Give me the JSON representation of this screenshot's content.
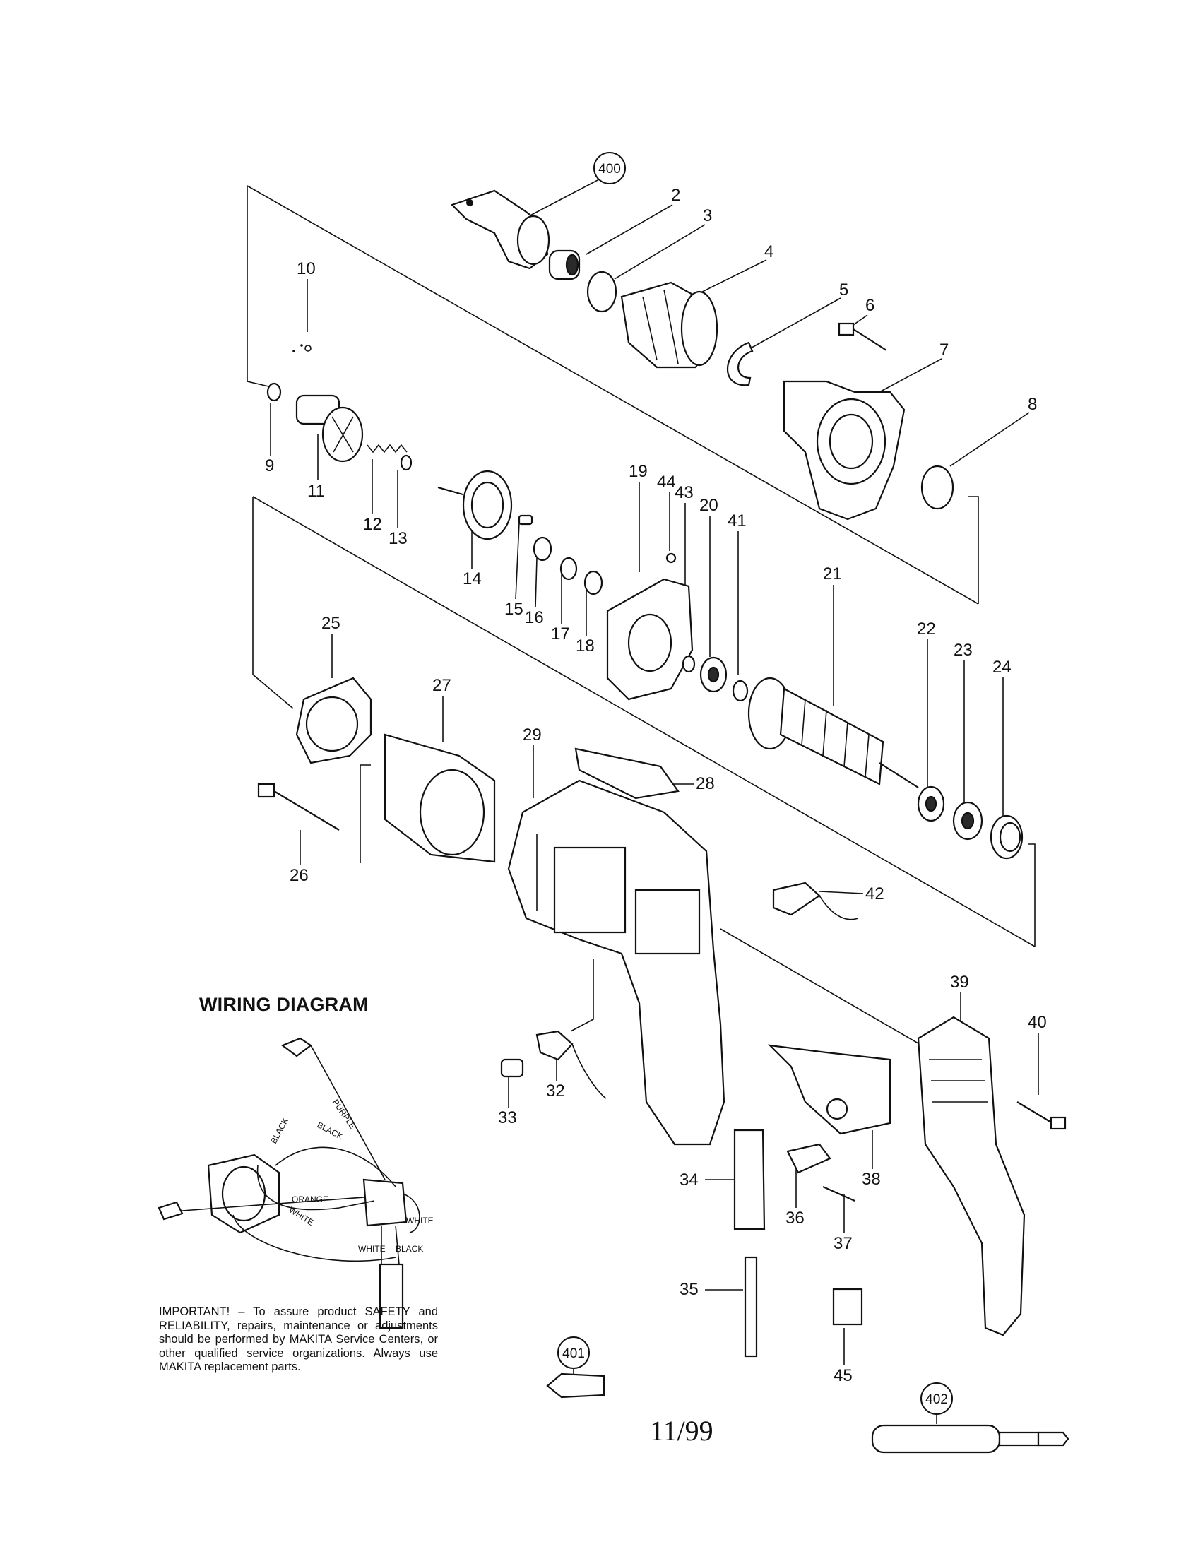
{
  "part_numbers": [
    "2",
    "3",
    "4",
    "5",
    "6",
    "7",
    "8",
    "9",
    "10",
    "11",
    "12",
    "13",
    "14",
    "15",
    "16",
    "17",
    "18",
    "19",
    "44",
    "43",
    "20",
    "41",
    "21",
    "22",
    "23",
    "24",
    "25",
    "27",
    "29",
    "28",
    "26",
    "42",
    "39",
    "40",
    "32",
    "33",
    "34",
    "36",
    "37",
    "38",
    "35",
    "45"
  ],
  "circled_parts": [
    "400",
    "401",
    "402"
  ],
  "wiring": {
    "title": "WIRING DIAGRAM",
    "wires": [
      "PURPLE",
      "BLACK",
      "BLACK",
      "ORANGE",
      "WHITE",
      "WHITE",
      "WHITE",
      "BLACK"
    ]
  },
  "notice": "IMPORTANT! – To assure product SAFETY and RELIABILITY, repairs, maintenance or adjustments should be performed by MAKITA Service Centers, or other qualified service organizations. Always use MAKITA replacement parts.",
  "date_code": "11/99"
}
